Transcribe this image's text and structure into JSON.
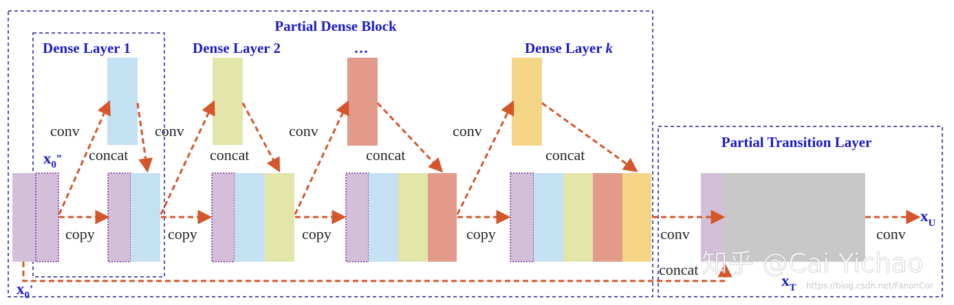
{
  "diagram": {
    "block_title": "Partial Dense Block",
    "transition_title": "Partial Transition Layer",
    "layer_titles": [
      "Dense Layer 1",
      "Dense Layer 2",
      "…",
      "Dense Layer "
    ],
    "layer_k_italic": "k",
    "edge_labels": {
      "conv": "conv",
      "concat": "concat",
      "copy": "copy"
    },
    "vars": {
      "x0_main": "x",
      "x0_main_sub": "0",
      "x0_main_sup": "’",
      "x0_double": "x",
      "x0_double_sub": "0",
      "x0_double_sup": "”",
      "xT": "x",
      "xT_sub": "T",
      "xU": "x",
      "xU_sub": "U"
    },
    "watermark": "知乎 @Cai Yichao",
    "watermark_small": "https://blog.csdn.net/FanonCor",
    "colors": {
      "purple": "#d3bfd9",
      "blue": "#c4e0f3",
      "green": "#e2e6a8",
      "red": "#e29a8a",
      "orange": "#f4d585",
      "gray": "#c8c8c8",
      "arrow": "#d4562a",
      "frame": "#1a1a99"
    }
  }
}
